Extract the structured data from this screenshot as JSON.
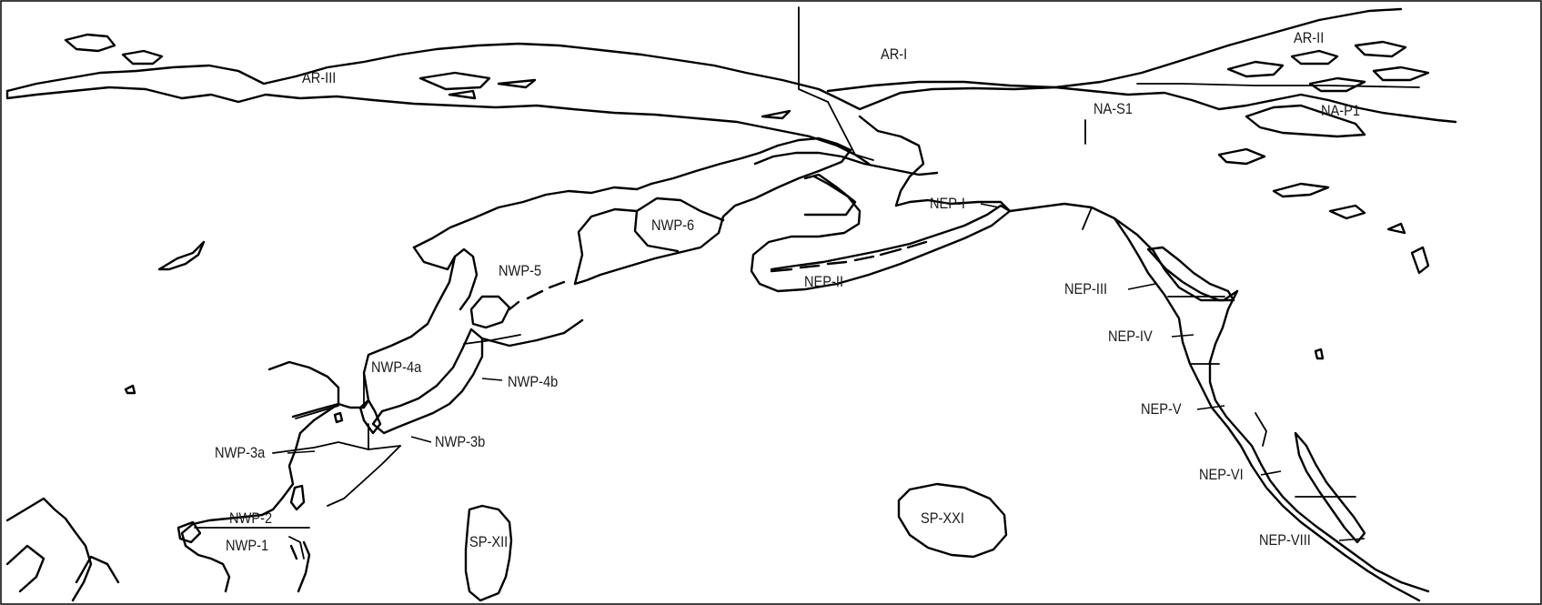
{
  "map": {
    "colors": {
      "background": "#ffffff",
      "outline": "#000000",
      "label": "#1a1a1a"
    },
    "regions": [
      {
        "id": "ar-i",
        "label": "AR-I"
      },
      {
        "id": "ar-ii",
        "label": "AR-II"
      },
      {
        "id": "ar-iii",
        "label": "AR-III"
      },
      {
        "id": "na-s1",
        "label": "NA-S1"
      },
      {
        "id": "na-p1",
        "label": "NA-P1"
      },
      {
        "id": "nep-i",
        "label": "NEP-I"
      },
      {
        "id": "nep-ii",
        "label": "NEP-II"
      },
      {
        "id": "nep-iii",
        "label": "NEP-III"
      },
      {
        "id": "nep-iv",
        "label": "NEP-IV"
      },
      {
        "id": "nep-v",
        "label": "NEP-V"
      },
      {
        "id": "nep-vi",
        "label": "NEP-VI"
      },
      {
        "id": "nep-viii",
        "label": "NEP-VIII"
      },
      {
        "id": "nwp-6",
        "label": "NWP-6"
      },
      {
        "id": "nwp-5",
        "label": "NWP-5"
      },
      {
        "id": "nwp-4a",
        "label": "NWP-4a"
      },
      {
        "id": "nwp-4b",
        "label": "NWP-4b"
      },
      {
        "id": "nwp-3a",
        "label": "NWP-3a"
      },
      {
        "id": "nwp-3b",
        "label": "NWP-3b"
      },
      {
        "id": "nwp-2",
        "label": "NWP-2"
      },
      {
        "id": "nwp-1",
        "label": "NWP-1"
      },
      {
        "id": "sp-xii",
        "label": "SP-XII"
      },
      {
        "id": "sp-xxi",
        "label": "SP-XXI"
      }
    ]
  }
}
